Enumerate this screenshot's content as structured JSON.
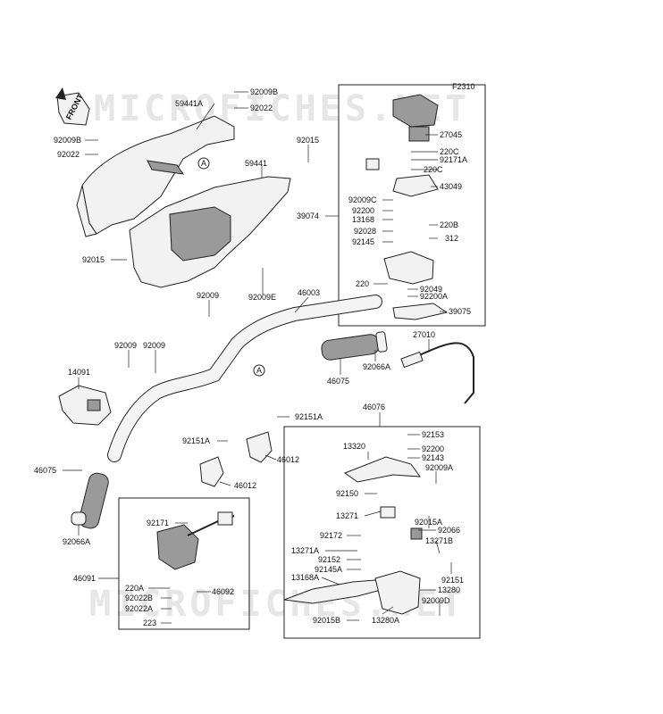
{
  "figure_code": "F2310",
  "front_label": "FRONT",
  "watermarks": [
    "MICROFICHES.NET",
    "MICROFICHES.NET"
  ],
  "callout_letter": "A",
  "labels": [
    {
      "id": "l01",
      "text": "59441A"
    },
    {
      "id": "l02",
      "text": "92009B"
    },
    {
      "id": "l03",
      "text": "92022"
    },
    {
      "id": "l04",
      "text": "92009B"
    },
    {
      "id": "l05",
      "text": "92022"
    },
    {
      "id": "l06",
      "text": "92015"
    },
    {
      "id": "l07",
      "text": "59441"
    },
    {
      "id": "l08",
      "text": "92015"
    },
    {
      "id": "l09",
      "text": "92009"
    },
    {
      "id": "l10",
      "text": "92009E"
    },
    {
      "id": "l11",
      "text": "46003"
    },
    {
      "id": "l12",
      "text": "92009"
    },
    {
      "id": "l13",
      "text": "92009"
    },
    {
      "id": "l14",
      "text": "14091"
    },
    {
      "id": "l15",
      "text": "46075"
    },
    {
      "id": "l16",
      "text": "92066A"
    },
    {
      "id": "l17",
      "text": "46075"
    },
    {
      "id": "l18",
      "text": "92066A"
    },
    {
      "id": "l19",
      "text": "27010"
    },
    {
      "id": "l20",
      "text": "92151A"
    },
    {
      "id": "l21",
      "text": "92151A"
    },
    {
      "id": "l22",
      "text": "46012"
    },
    {
      "id": "l23",
      "text": "46012"
    },
    {
      "id": "l24",
      "text": "92171"
    },
    {
      "id": "l25",
      "text": "46091"
    },
    {
      "id": "l26",
      "text": "220A"
    },
    {
      "id": "l27",
      "text": "92022B"
    },
    {
      "id": "l28",
      "text": "46092"
    },
    {
      "id": "l29",
      "text": "92022A"
    },
    {
      "id": "l30",
      "text": "223"
    },
    {
      "id": "l31",
      "text": "27045"
    },
    {
      "id": "l32",
      "text": "220C"
    },
    {
      "id": "l33",
      "text": "92171A"
    },
    {
      "id": "l34",
      "text": "220C"
    },
    {
      "id": "l35",
      "text": "43049"
    },
    {
      "id": "l36",
      "text": "92009C"
    },
    {
      "id": "l37",
      "text": "92200"
    },
    {
      "id": "l38",
      "text": "13168"
    },
    {
      "id": "l39",
      "text": "220B"
    },
    {
      "id": "l40",
      "text": "39074"
    },
    {
      "id": "l41",
      "text": "92028"
    },
    {
      "id": "l42",
      "text": "312"
    },
    {
      "id": "l43",
      "text": "92145"
    },
    {
      "id": "l44",
      "text": "220"
    },
    {
      "id": "l45",
      "text": "92049"
    },
    {
      "id": "l46",
      "text": "92200A"
    },
    {
      "id": "l47",
      "text": "39075"
    },
    {
      "id": "l48",
      "text": "46076"
    },
    {
      "id": "l49",
      "text": "92153"
    },
    {
      "id": "l50",
      "text": "13320"
    },
    {
      "id": "l51",
      "text": "92200"
    },
    {
      "id": "l52",
      "text": "92143"
    },
    {
      "id": "l53",
      "text": "92009A"
    },
    {
      "id": "l54",
      "text": "92150"
    },
    {
      "id": "l55",
      "text": "13271"
    },
    {
      "id": "l56",
      "text": "92015A"
    },
    {
      "id": "l57",
      "text": "92172"
    },
    {
      "id": "l58",
      "text": "92066"
    },
    {
      "id": "l59",
      "text": "13271B"
    },
    {
      "id": "l60",
      "text": "13271A"
    },
    {
      "id": "l61",
      "text": "92152"
    },
    {
      "id": "l62",
      "text": "92145A"
    },
    {
      "id": "l63",
      "text": "13168A"
    },
    {
      "id": "l64",
      "text": "92151"
    },
    {
      "id": "l65",
      "text": "13280"
    },
    {
      "id": "l66",
      "text": "92009D"
    },
    {
      "id": "l67",
      "text": "92015B"
    },
    {
      "id": "l68",
      "text": "13280A"
    }
  ]
}
